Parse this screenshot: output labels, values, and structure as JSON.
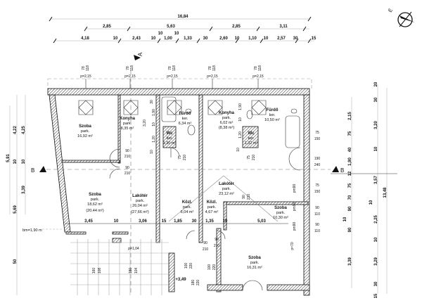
{
  "title_dims": {
    "overall": "16,84",
    "row2": [
      "2,85",
      "5,63",
      "2,85",
      "3,11"
    ],
    "row3": [
      "4,18",
      "10",
      "2,43",
      "10",
      "10",
      "1,00",
      "10",
      "1,33",
      "30",
      "2,60",
      "10",
      "1,10",
      "10",
      "2,57",
      "30",
      "15"
    ]
  },
  "section_marks": {
    "a": "A",
    "b_left": "B",
    "b_right": "B"
  },
  "compass": {
    "label": "É"
  },
  "windows": {
    "size_w": "78",
    "size_h": "118",
    "sill": "p=2,15"
  },
  "rooms": [
    {
      "name": "Szoba",
      "floor": "park.",
      "area": "16,92 m²"
    },
    {
      "name": "Konyha",
      "floor": "park.",
      "area": "8,35 m²"
    },
    {
      "name": "Fürdő",
      "floor": "ker.",
      "area": "6,34 m²"
    },
    {
      "name": "Wc",
      "floor": "ker.",
      "area": "1,30 m²"
    },
    {
      "name": "Konyha",
      "floor": "park.",
      "area": "6,02 m²",
      "area2": "(8,38 m²)"
    },
    {
      "name": "Fürdő",
      "floor": "ker.",
      "area": "10,50 m²"
    },
    {
      "name": "Wc",
      "floor": "ker.",
      "area": "1,32 m²"
    },
    {
      "name": "Szoba",
      "floor": "park.",
      "area": "18,62 m²",
      "area2": "(20,44 m²)"
    },
    {
      "name": "Lakótér",
      "floor": "park.",
      "area": "26,04 m²",
      "area2": "(27,66 m²)"
    },
    {
      "name": "Lakótér",
      "floor": "park.",
      "area": "23,12 m²"
    },
    {
      "name": "Közl.",
      "floor": "park.",
      "area": "6,04 m²"
    },
    {
      "name": "Közl.",
      "floor": "park.",
      "area": "4,67 m²"
    },
    {
      "name": "Szoba",
      "floor": "park.",
      "area": "10,30 m²"
    },
    {
      "name": "Szoba",
      "floor": "park.",
      "area": "16,31 m²"
    }
  ],
  "openings": {
    "d90": "90",
    "d210": "210",
    "d75": "75",
    "d150": "150",
    "d190": "190",
    "d240": "240",
    "d110": "110",
    "d100": "100",
    "d220": "220",
    "d180": "180",
    "d160": "160",
    "d108": "108",
    "d104": "104"
  },
  "inner_dims": [
    "1,90",
    "10",
    "3,20",
    "1,20",
    "10",
    "30",
    "1,90",
    "10",
    "1,20",
    "10"
  ],
  "cut_dims": [
    "3,45",
    "10",
    "3,06",
    "15",
    "1,85",
    "30",
    "1,35",
    "10",
    "5,03"
  ],
  "notes": {
    "bm": "bm=1,90 m",
    "p104": "p=1,04",
    "level": "+3,49",
    "p70": "p=70",
    "pm90": "pm90"
  },
  "left_dims": [
    "5,91",
    "4,22",
    "4,25",
    "10",
    "10",
    "3,39",
    "5,69",
    "50"
  ],
  "right_dims_1": [
    "2,15",
    "75",
    "40",
    "1,90",
    "12",
    "75",
    "70",
    "90",
    "10",
    "90",
    "3,39"
  ],
  "right_dims_2": [
    "20",
    "30",
    "3,20",
    "10",
    "3,57",
    "10",
    "2,25",
    "10",
    "3,29",
    "30",
    "15"
  ],
  "right_dims_total": "13,48"
}
